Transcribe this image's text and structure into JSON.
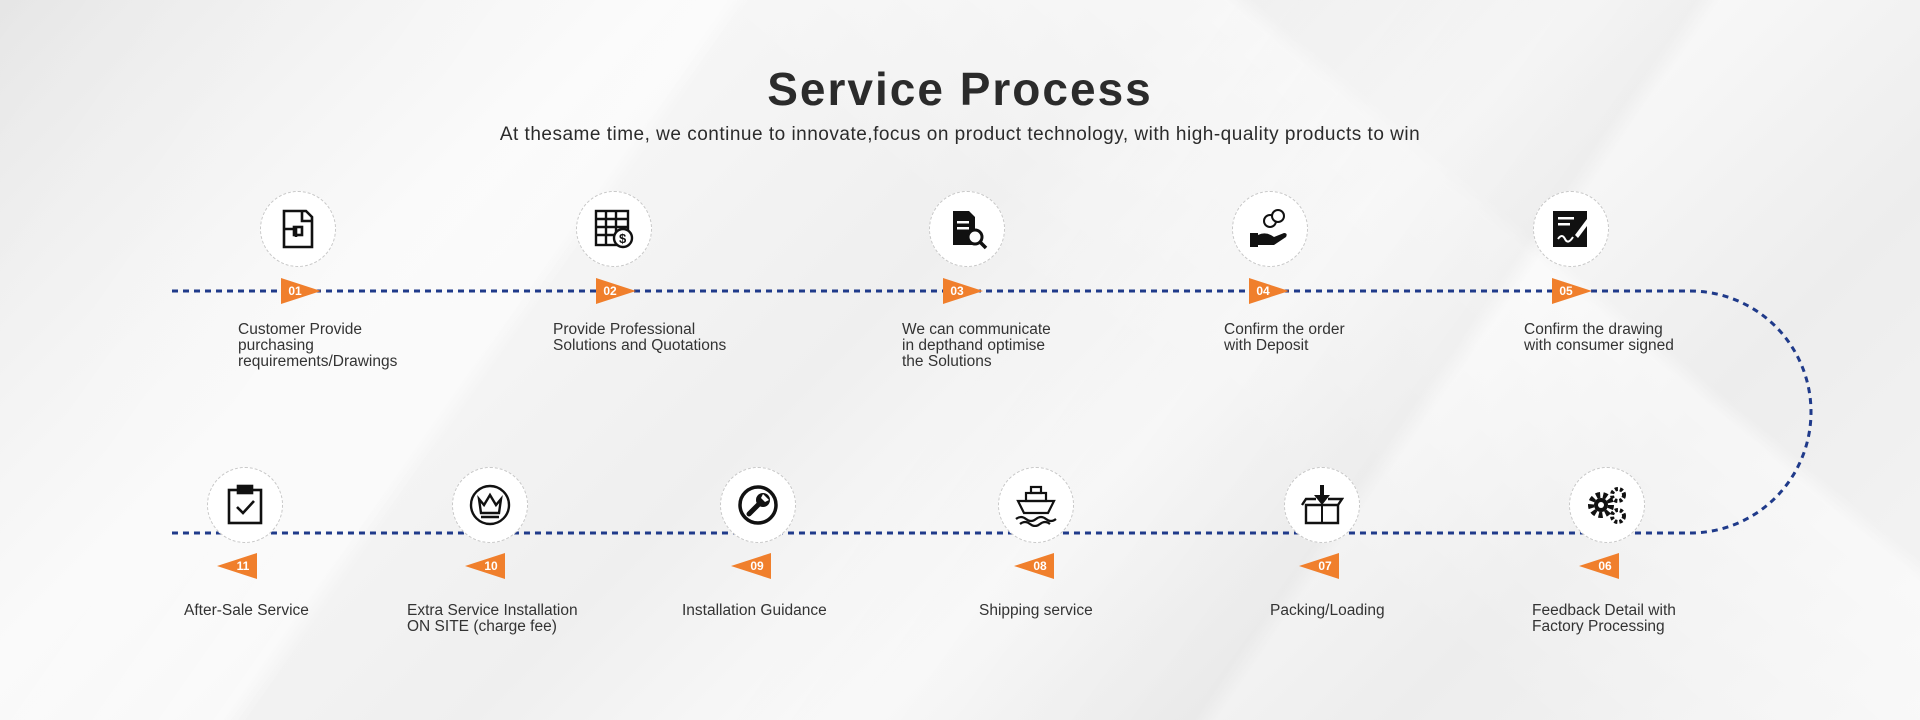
{
  "header": {
    "title": "Service Process",
    "subtitle": "At thesame time, we continue to innovate,focus on product technology, with high-quality products to win"
  },
  "colors": {
    "accent": "#f07f2c",
    "line": "#1f3a8a"
  },
  "steps": [
    {
      "num": "01",
      "label": "Customer Provide\npurchasing\nrequirements/Drawings",
      "icon": "floor-plan-icon"
    },
    {
      "num": "02",
      "label": "Provide Professional\nSolutions and Quotations",
      "icon": "quotation-table-icon"
    },
    {
      "num": "03",
      "label": "We can communicate\nin depthand optimise\nthe Solutions",
      "icon": "document-search-icon"
    },
    {
      "num": "04",
      "label": "Confirm the order\nwith Deposit",
      "icon": "hand-coins-icon"
    },
    {
      "num": "05",
      "label": "Confirm the drawing\nwith consumer signed",
      "icon": "signed-document-icon"
    },
    {
      "num": "06",
      "label": "Feedback Detail with\nFactory Processing",
      "icon": "gears-icon"
    },
    {
      "num": "07",
      "label": "Packing/Loading",
      "icon": "box-download-icon"
    },
    {
      "num": "08",
      "label": "Shipping service",
      "icon": "ship-icon"
    },
    {
      "num": "09",
      "label": "Installation Guidance",
      "icon": "wrench-icon"
    },
    {
      "num": "10",
      "label": "Extra Service Installation\nON SITE (charge fee)",
      "icon": "crown-icon"
    },
    {
      "num": "11",
      "label": "After-Sale Service",
      "icon": "clipboard-check-icon"
    }
  ]
}
